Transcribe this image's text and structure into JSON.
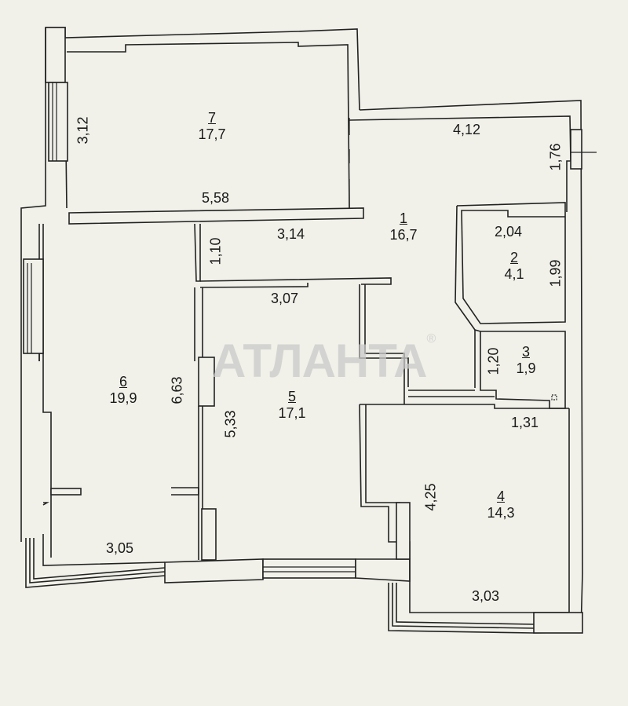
{
  "watermark": {
    "text": "АТЛАНТА",
    "mark": "®"
  },
  "rooms": [
    {
      "num": "1",
      "area": "16,7"
    },
    {
      "num": "2",
      "area": "4,1"
    },
    {
      "num": "3",
      "area": "1,9"
    },
    {
      "num": "4",
      "area": "14,3"
    },
    {
      "num": "5",
      "area": "17,1"
    },
    {
      "num": "6",
      "area": "19,9"
    },
    {
      "num": "7",
      "area": "17,7"
    }
  ],
  "dimensions": {
    "room7_height": "3,12",
    "room7_width": "5,58",
    "hall_top_width": "4,12",
    "hall_right_height": "1,76",
    "corridor_width": "3,14",
    "corridor_height": "1,10",
    "room2_width": "2,04",
    "room2_height": "1,99",
    "room3_height": "1,20",
    "room3_width": "1,31",
    "room5_width": "3,07",
    "room5_height": "5,33",
    "room6_height": "6,63",
    "room6_width": "3,05",
    "room4_height": "4,25",
    "room4_width": "3,03"
  },
  "colors": {
    "background": "#f1f1e9",
    "wall": "#222222",
    "watermark": "#c8c8c8"
  }
}
